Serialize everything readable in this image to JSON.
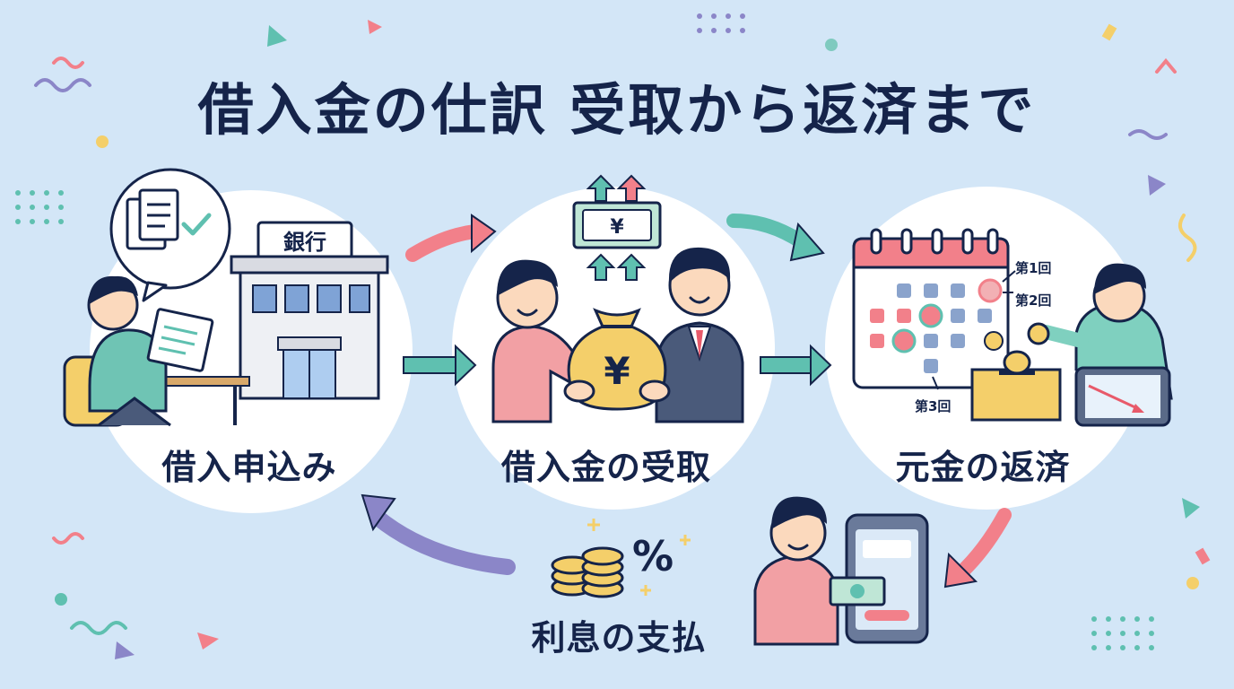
{
  "title": "借入金の仕訳 受取から返済まで",
  "steps": [
    {
      "label": "借入申込み"
    },
    {
      "label": "借入金の受取"
    },
    {
      "label": "元金の返済"
    },
    {
      "label": "利息の支払"
    }
  ],
  "bank_sign": "銀行",
  "yen_symbol": "¥",
  "percent_symbol": "%",
  "schedule": [
    "第1回",
    "第2回",
    "第3回"
  ],
  "colors": {
    "background": "#d3e6f7",
    "title": "#15244a",
    "arrow_pink": "#f2808a",
    "arrow_teal": "#5fc0b0",
    "arrow_purple": "#8b86c8"
  }
}
